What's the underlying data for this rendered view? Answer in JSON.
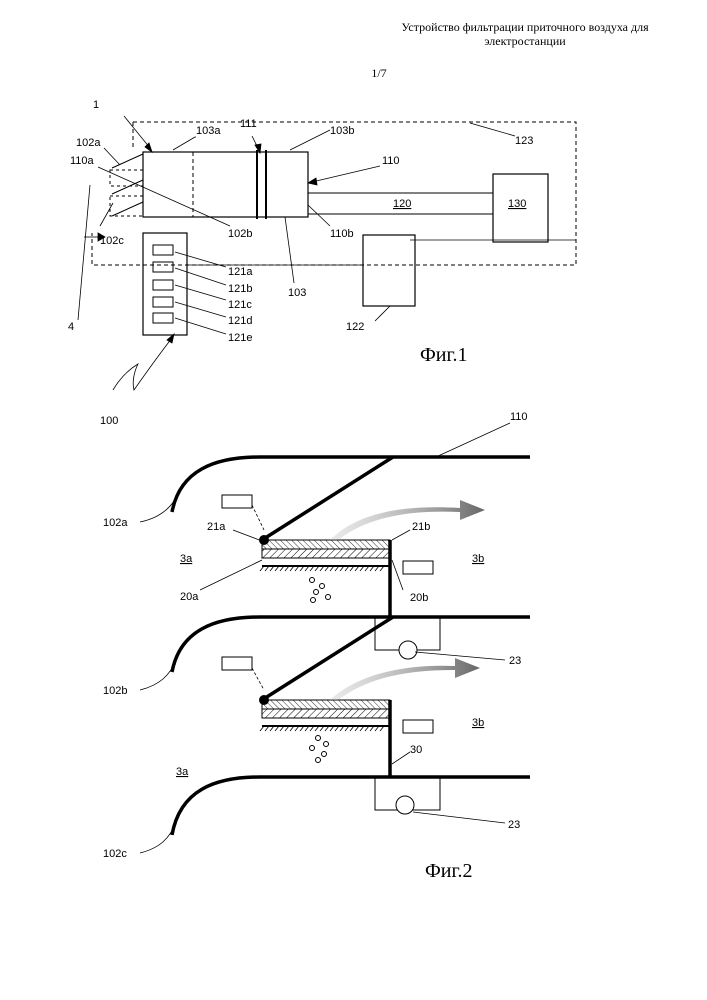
{
  "header": {
    "title_line1": "Устройство фильтрации приточного воздуха для",
    "title_line2": "электростанции",
    "page": "1/7"
  },
  "fig1": {
    "caption": "Фиг.1",
    "labels": {
      "l1": "1",
      "l102a": "102a",
      "l110a": "110a",
      "l102c": "102c",
      "l4": "4",
      "l103a": "103a",
      "l111": "111",
      "l103b": "103b",
      "l123": "123",
      "l110": "110",
      "l120": "120",
      "l130": "130",
      "l110b": "110b",
      "l102b": "102b",
      "l103": "103",
      "l121a": "121a",
      "l121b": "121b",
      "l121c": "121c",
      "l121d": "121d",
      "l121e": "121e",
      "l122": "122",
      "l100": "100"
    }
  },
  "fig2": {
    "caption": "Фиг.2",
    "labels": {
      "l110": "110",
      "l102a": "102a",
      "l21a": "21a",
      "l21b": "21b",
      "l3a_top": "3a",
      "l3b_top": "3b",
      "l20a": "20a",
      "l20b": "20b",
      "l23_top": "23",
      "l102b": "102b",
      "l3b_mid": "3b",
      "l30": "30",
      "l3a_mid": "3a",
      "l23_bot": "23",
      "l102c": "102c"
    }
  }
}
